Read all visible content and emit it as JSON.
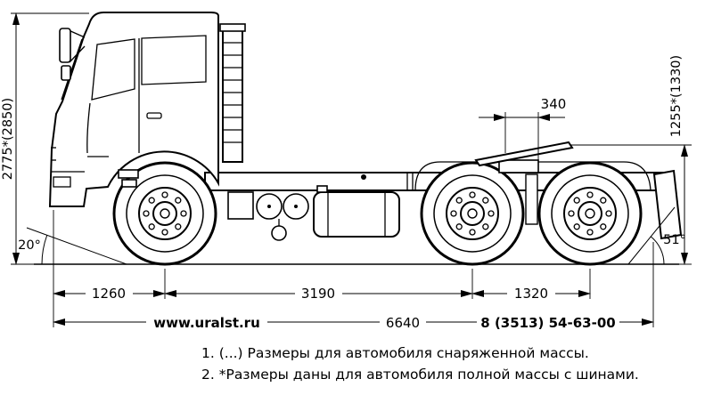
{
  "dims": {
    "height": "2775*(2850)",
    "saddle_height": "1255*(1330)",
    "saddle_offset": "340",
    "front_overhang": "1260",
    "wheelbase": "3190",
    "bogie": "1320",
    "length": "6640",
    "approach_angle": "20°",
    "departure_angle": "51°"
  },
  "footer": {
    "website": "www.uralst.ru",
    "phone": "8 (3513) 54-63-00"
  },
  "notes": [
    "1. (...) Размеры для автомобиля снаряженной массы.",
    "2. *Размеры даны для автомобиля полной массы с шинами."
  ]
}
